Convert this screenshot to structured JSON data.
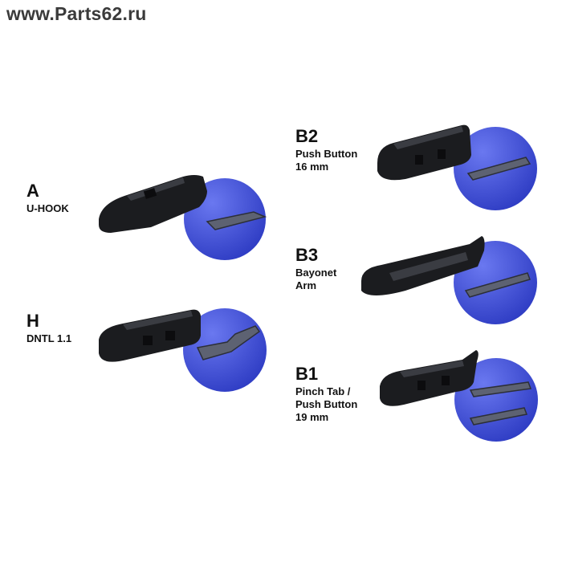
{
  "watermark": "www.Parts62.ru",
  "colors": {
    "adapter_body": "#1b1c1f",
    "adapter_highlight": "#3a3c42",
    "circle_fill": "#3d4fd4",
    "circle_edge": "#2a34a8",
    "arm_metal": "#5d6272"
  },
  "adapters": [
    {
      "code": "A",
      "desc": "U-HOOK"
    },
    {
      "code": "B2",
      "desc": "Push Button\n16 mm"
    },
    {
      "code": "B3",
      "desc": "Bayonet\nArm"
    },
    {
      "code": "H",
      "desc": "DNTL 1.1"
    },
    {
      "code": "B1",
      "desc": "Pinch Tab /\nPush Button\n19 mm"
    }
  ]
}
